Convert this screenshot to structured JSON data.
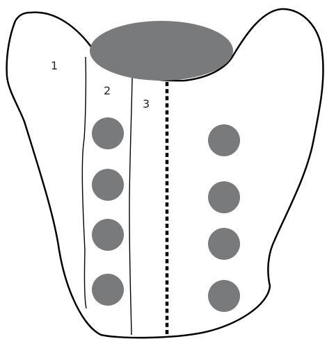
{
  "labels": {
    "zone1": "1",
    "zone2": "2",
    "zone3": "3"
  },
  "colors": {
    "outline": "#000000",
    "background": "#ffffff",
    "dot_fill": "#787a7c",
    "cap_fill": "#787a7c"
  }
}
